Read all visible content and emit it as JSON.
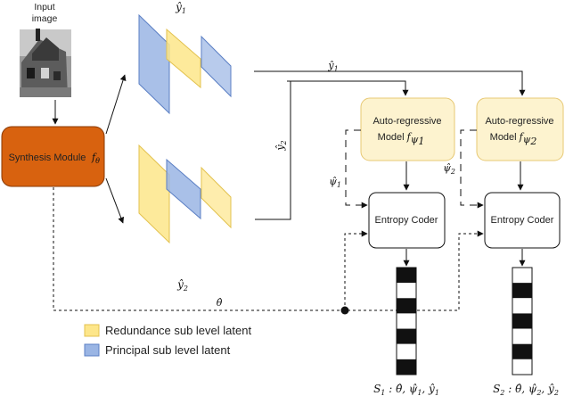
{
  "colors": {
    "yellow": "#fde68a",
    "yellow_stroke": "#e3c24f",
    "blue": "#9ab5e4",
    "blue_stroke": "#5b7fc4",
    "synth_fill": "#d8620f",
    "synth_stroke": "#8a3a05",
    "ar_fill": "#fdf3cf",
    "ar_stroke": "#e7c873",
    "bitstream_black": "#111111",
    "bitstream_white": "#ffffff"
  },
  "input_image": {
    "line1": "Input",
    "line2": "image"
  },
  "synthesis": {
    "label": "Synthesis Module",
    "symbol": "f",
    "symbol_sub": "θ"
  },
  "latents": {
    "top_label": "ŷ",
    "top_sub": "1",
    "bottom_label": "ŷ",
    "bottom_sub": "2"
  },
  "wire_labels": {
    "y1": "ŷ",
    "y1_sub": "1",
    "y2": "ŷ",
    "y2_sub": "2",
    "psi1": "ψ̂",
    "psi1_sub": "1",
    "psi2": "ψ̂",
    "psi2_sub": "2",
    "theta": "θ̂"
  },
  "ar_models": [
    {
      "line1": "Auto-regressive",
      "line2": "Model",
      "symbol": "f",
      "symbol_sub": "ψ",
      "symbol_subsub": "1"
    },
    {
      "line1": "Auto-regressive",
      "line2": "Model",
      "symbol": "f",
      "symbol_sub": "ψ",
      "symbol_subsub": "2"
    }
  ],
  "entropy_coders": [
    {
      "label": "Entropy Coder"
    },
    {
      "label": "Entropy Coder"
    }
  ],
  "bitstreams": [
    {
      "caption_prefix": "S",
      "caption_sub": "1",
      "caption_body": " : θ̂, ψ̂",
      "caption_psi_sub": "1",
      "caption_y": ", ŷ",
      "caption_y_sub": "1",
      "pattern": [
        1,
        0,
        1,
        0,
        1,
        0,
        1
      ]
    },
    {
      "caption_prefix": "S",
      "caption_sub": "2",
      "caption_body": " : θ̂, ψ̂",
      "caption_psi_sub": "2",
      "caption_y": ", ŷ",
      "caption_y_sub": "2",
      "pattern": [
        0,
        1,
        0,
        1,
        0,
        1,
        0
      ]
    }
  ],
  "legend": [
    {
      "label": "Redundance sub level latent",
      "color": "#fde68a",
      "stroke": "#e3c24f"
    },
    {
      "label": "Principal sub level latent",
      "color": "#9ab5e4",
      "stroke": "#5b7fc4"
    }
  ]
}
